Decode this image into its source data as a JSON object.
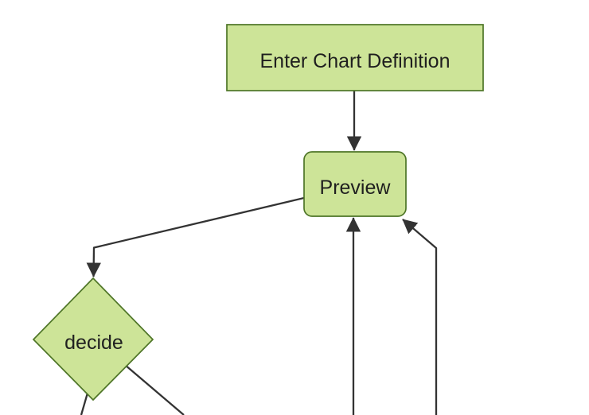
{
  "diagram": {
    "kind": "flowchart",
    "direction": "top-down",
    "nodes": [
      {
        "id": "A",
        "label": "Enter Chart Definition",
        "shape": "rectangle"
      },
      {
        "id": "B",
        "label": "Preview",
        "shape": "rounded-rectangle"
      },
      {
        "id": "C",
        "label": "decide",
        "shape": "diamond"
      }
    ],
    "edges": [
      {
        "from": "A",
        "to": "B",
        "arrowhead": true,
        "description": "vertical arrow from Enter Chart Definition down into top of Preview"
      },
      {
        "from": "B",
        "to": "C",
        "arrowhead": true,
        "description": "line from left side of Preview bending down into top of decide diamond"
      },
      {
        "from": "offscreen-bottom",
        "to": "B",
        "arrowhead": true,
        "description": "vertical arrow from below the view up into bottom center of Preview"
      },
      {
        "from": "offscreen-bottom",
        "to": "B",
        "arrowhead": true,
        "description": "line from below the view bending up-left into bottom-right corner of Preview"
      },
      {
        "from": "C",
        "to": "offscreen-bottom",
        "arrowhead": false,
        "description": "line leaving bottom of decide diamond, exits bottom edge of view"
      },
      {
        "from": "C",
        "to": "offscreen-bottom",
        "arrowhead": false,
        "description": "line leaving lower-right edge of decide diamond, exits bottom edge of view"
      }
    ]
  },
  "colors": {
    "node-fill": "#cde498",
    "node-stroke": "#4e7527",
    "edge-color": "#333333",
    "label-color": "#1f1f1f",
    "background": "#ffffff"
  }
}
